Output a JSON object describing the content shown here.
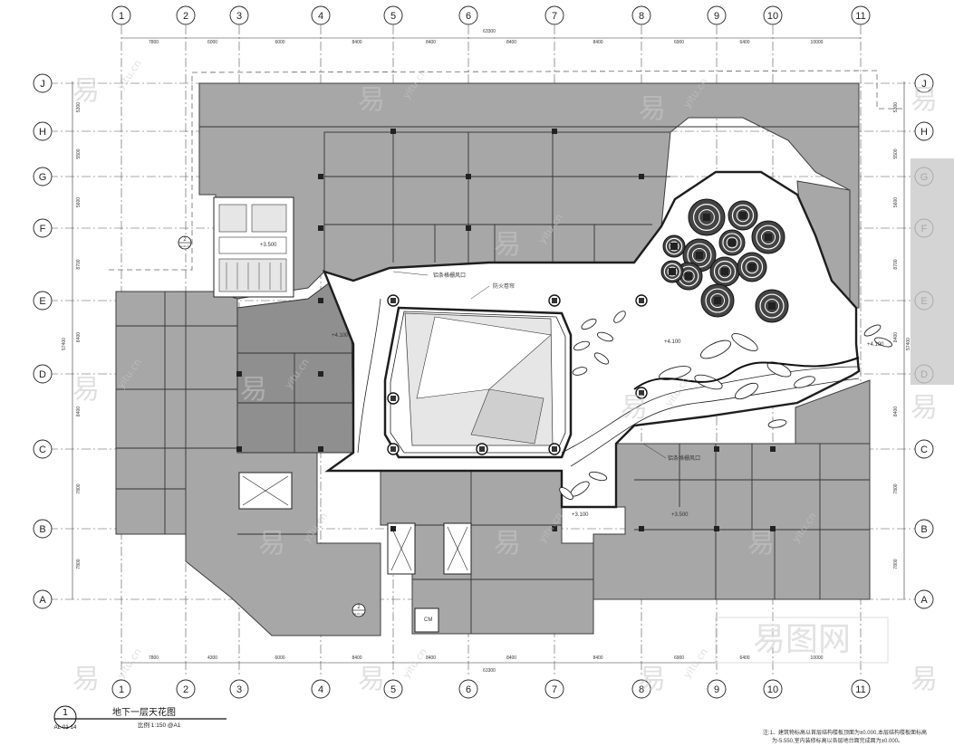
{
  "drawing": {
    "title": "地下一层天花图",
    "scale": "比例 1:150 @A1",
    "detail_number": "1",
    "detail_sheet": "AL-01-14",
    "note_line1": "注:1、建筑物标高以首层结构楼板顶面为±0.000,本层结构楼板面标高",
    "note_line2": "为-5.550,室内装修标高以各层地台面完成面为±0.000。"
  },
  "grid": {
    "columns": [
      "1",
      "2",
      "3",
      "4",
      "5",
      "6",
      "7",
      "8",
      "9",
      "10",
      "11"
    ],
    "rows": [
      "J",
      "H",
      "G",
      "F",
      "E",
      "D",
      "C",
      "B",
      "A"
    ],
    "top_dims": [
      "7800",
      "6000",
      "6000",
      "8400",
      "8400",
      "8400",
      "8400",
      "6900",
      "6400",
      "10000"
    ],
    "bottom_dims": [
      "7800",
      "4300",
      "6000",
      "8400",
      "8400",
      "8400",
      "8400",
      "6900",
      "6400",
      "10000"
    ],
    "overall_width": "63300",
    "overall_height": "57400",
    "left_dims": [
      "5300",
      "5500",
      "5600",
      "8700",
      "8400",
      "8400",
      "7800",
      "7800"
    ],
    "right_dims": [
      "5300",
      "5500",
      "5600",
      "8700",
      "8400",
      "8400",
      "7800",
      "7800"
    ]
  },
  "annotations": {
    "air_outlet_top": "铝条格栅风口",
    "fire_curtain": "防火卷帘",
    "air_outlet_mid": "铝条格栅风口",
    "elev_1": "+4.100",
    "elev_2": "+4.100",
    "elev_3": "+4.100",
    "elev_4": "+3.500",
    "elev_5": "+3.100",
    "elev_6": "+3.500",
    "section_ref_1_num": "2",
    "section_ref_1_sheet": "AL-01-14",
    "section_ref_2_num": "2",
    "section_ref_2_sheet": "AL-01-14",
    "shaft": "CM"
  },
  "watermark": {
    "char": "易",
    "url": "yitu.cn",
    "logo": "易图网"
  }
}
